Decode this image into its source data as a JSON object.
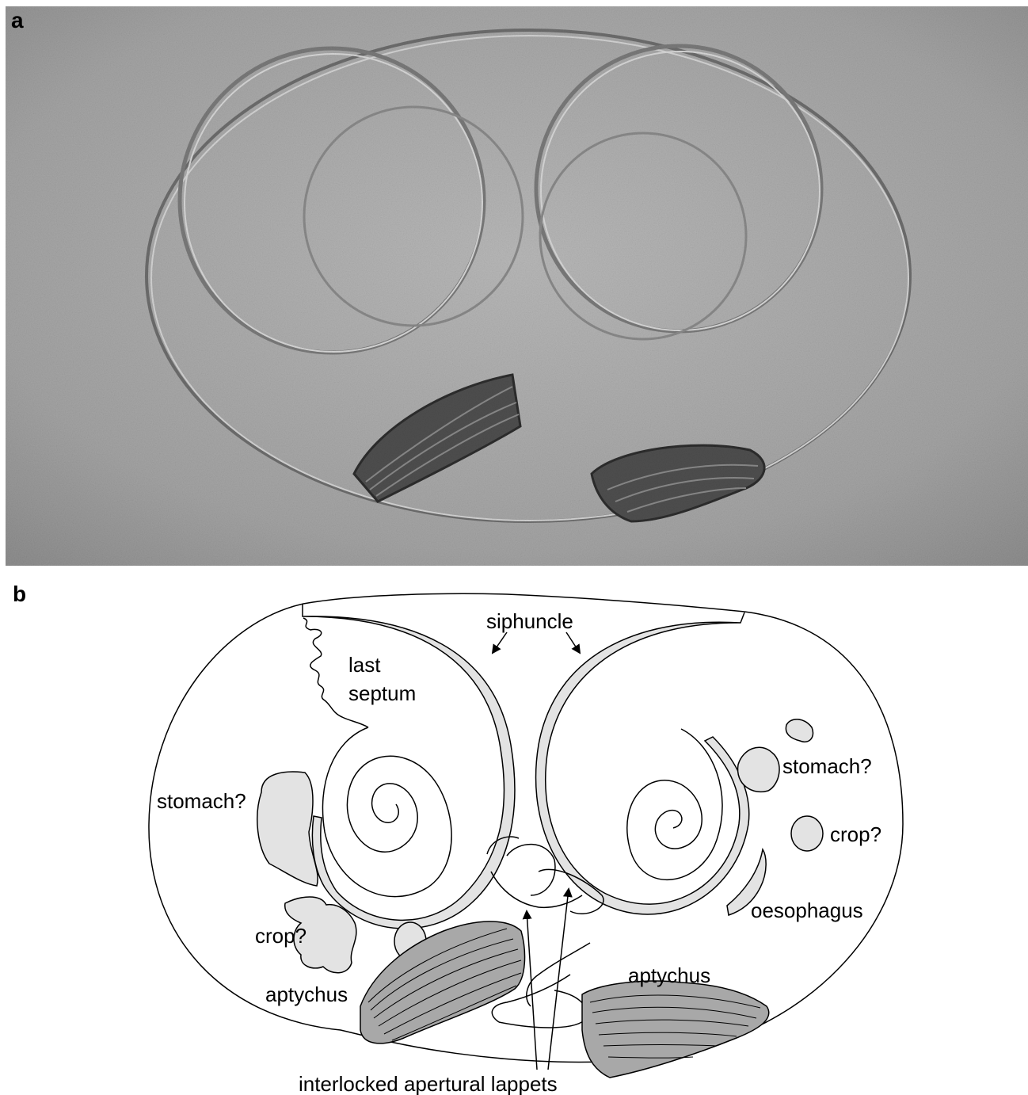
{
  "panels": {
    "a": "a",
    "b": "b"
  },
  "labels": {
    "siphuncle": "siphuncle",
    "last_septum_line1": "last",
    "last_septum_line2": "septum",
    "stomach_left": "stomach?",
    "stomach_right": "stomach?",
    "crop_left": "crop?",
    "crop_right": "crop?",
    "oesophagus": "oesophagus",
    "aptychus_left": "aptychus",
    "aptychus_right": "aptychus",
    "lappets": "interlocked apertural lappets"
  },
  "colors": {
    "siphuncle_fill": "#e3e3e3",
    "organ_fill": "#e3e3e3",
    "aptychus_fill": "#a8a8a8",
    "photo_matrix": "#a9a9a9"
  }
}
